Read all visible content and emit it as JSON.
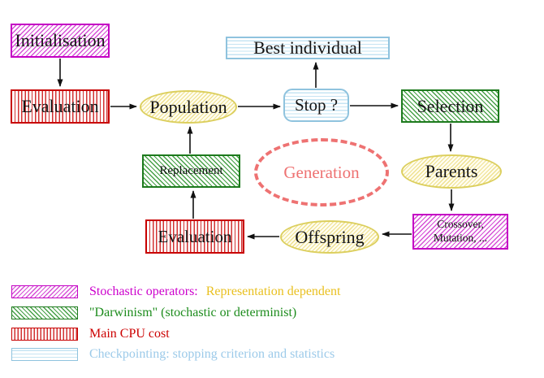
{
  "diagram": {
    "title_semantic": "Evolutionary algorithm flowchart",
    "nodes": {
      "initialisation": {
        "label": "Initialisation",
        "style": "magenta-diagonal-hatch"
      },
      "evaluation_top": {
        "label": "Evaluation",
        "style": "red-vertical-stripes"
      },
      "population": {
        "label": "Population",
        "style": "yellow-diagonal-hatch"
      },
      "best_individual": {
        "label": "Best individual",
        "style": "cyan-horizontal-stripes"
      },
      "stop": {
        "label": "Stop ?",
        "style": "cyan-horizontal-stripes-rounded"
      },
      "selection": {
        "label": "Selection",
        "style": "green-diagonal-hatch"
      },
      "parents": {
        "label": "Parents",
        "style": "yellow-diagonal-hatch"
      },
      "generation": {
        "label": "Generation",
        "style": "salmon-dashed-ellipse"
      },
      "replacement": {
        "label": "Replacement",
        "style": "green-diagonal-hatch"
      },
      "evaluation_bottom": {
        "label": "Evaluation",
        "style": "red-vertical-stripes"
      },
      "offspring": {
        "label": "Offspring",
        "style": "yellow-diagonal-hatch"
      },
      "crossover": {
        "label_line1": "Crossover,",
        "label_line2": "Mutation, ...",
        "style": "magenta-diagonal-hatch"
      }
    },
    "edges": [
      {
        "from": "initialisation",
        "to": "evaluation_top"
      },
      {
        "from": "evaluation_top",
        "to": "population"
      },
      {
        "from": "population",
        "to": "stop"
      },
      {
        "from": "stop",
        "to": "best_individual"
      },
      {
        "from": "stop",
        "to": "selection"
      },
      {
        "from": "selection",
        "to": "parents"
      },
      {
        "from": "parents",
        "to": "crossover"
      },
      {
        "from": "crossover",
        "to": "offspring"
      },
      {
        "from": "offspring",
        "to": "evaluation_bottom"
      },
      {
        "from": "evaluation_bottom",
        "to": "replacement"
      },
      {
        "from": "replacement",
        "to": "population"
      }
    ]
  },
  "legend": {
    "items": [
      {
        "swatch": "magenta-diagonal-hatch-swatch",
        "segments": [
          {
            "text": "Stochastic operators:",
            "color": "#cc00cc"
          },
          {
            "text": "Representation dependent",
            "color": "#e9c020"
          }
        ]
      },
      {
        "swatch": "green-diagonal-hatch-swatch",
        "segments": [
          {
            "text": "\"Darwinism\" (stochastic or determinist)",
            "color": "#1d8c1d"
          }
        ]
      },
      {
        "swatch": "red-vertical-stripes-swatch",
        "segments": [
          {
            "text": "Main CPU cost",
            "color": "#cc0000"
          }
        ]
      },
      {
        "swatch": "cyan-horizontal-stripes-swatch",
        "segments": [
          {
            "text": "Checkpointing: stopping criterion and statistics",
            "color": "#9ccae9"
          }
        ]
      }
    ]
  },
  "colors": {
    "magenta": "#cc00cc",
    "green": "#1d7a1d",
    "red": "#c80000",
    "cyan": "#8fc3de",
    "yellow": "#dccf5e",
    "gold_text": "#e9c020",
    "salmon": "#ee7272",
    "arrow": "#111111"
  }
}
